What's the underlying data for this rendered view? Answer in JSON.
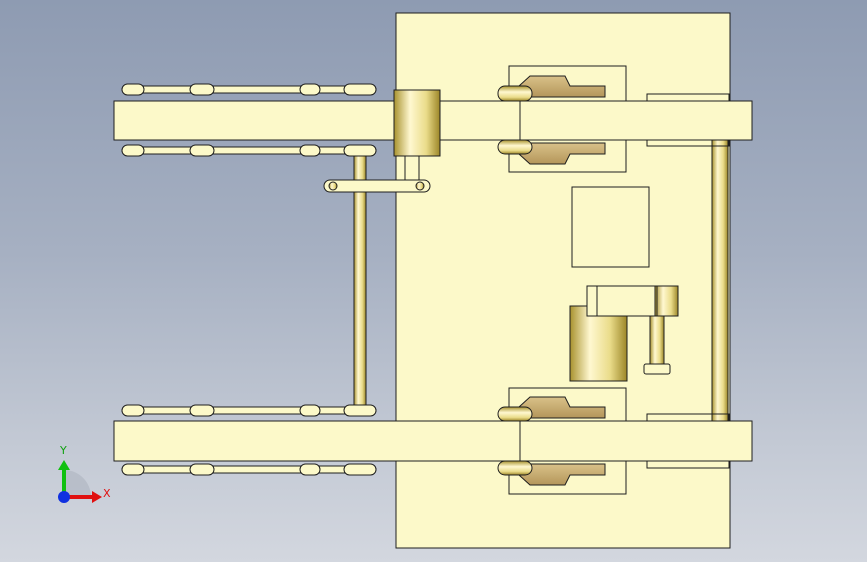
{
  "viewport": {
    "name": "3D model view",
    "background_top": "#8e9bb2",
    "background_bottom": "#d3d7df"
  },
  "colors": {
    "part_fill": "#fcf9c9",
    "part_edge": "#1e1e1e",
    "cylinder_light": "#fff8d0",
    "cylinder_mid": "#eadc8a",
    "cylinder_dark": "#a8922e",
    "dark_part": "#c8ac6e",
    "axis_x": "#e01010",
    "axis_y": "#10c010",
    "axis_z": "#1030e0"
  },
  "triad": {
    "x_label": "X",
    "y_label": "Y",
    "icon": "coordinate-triad-icon"
  }
}
